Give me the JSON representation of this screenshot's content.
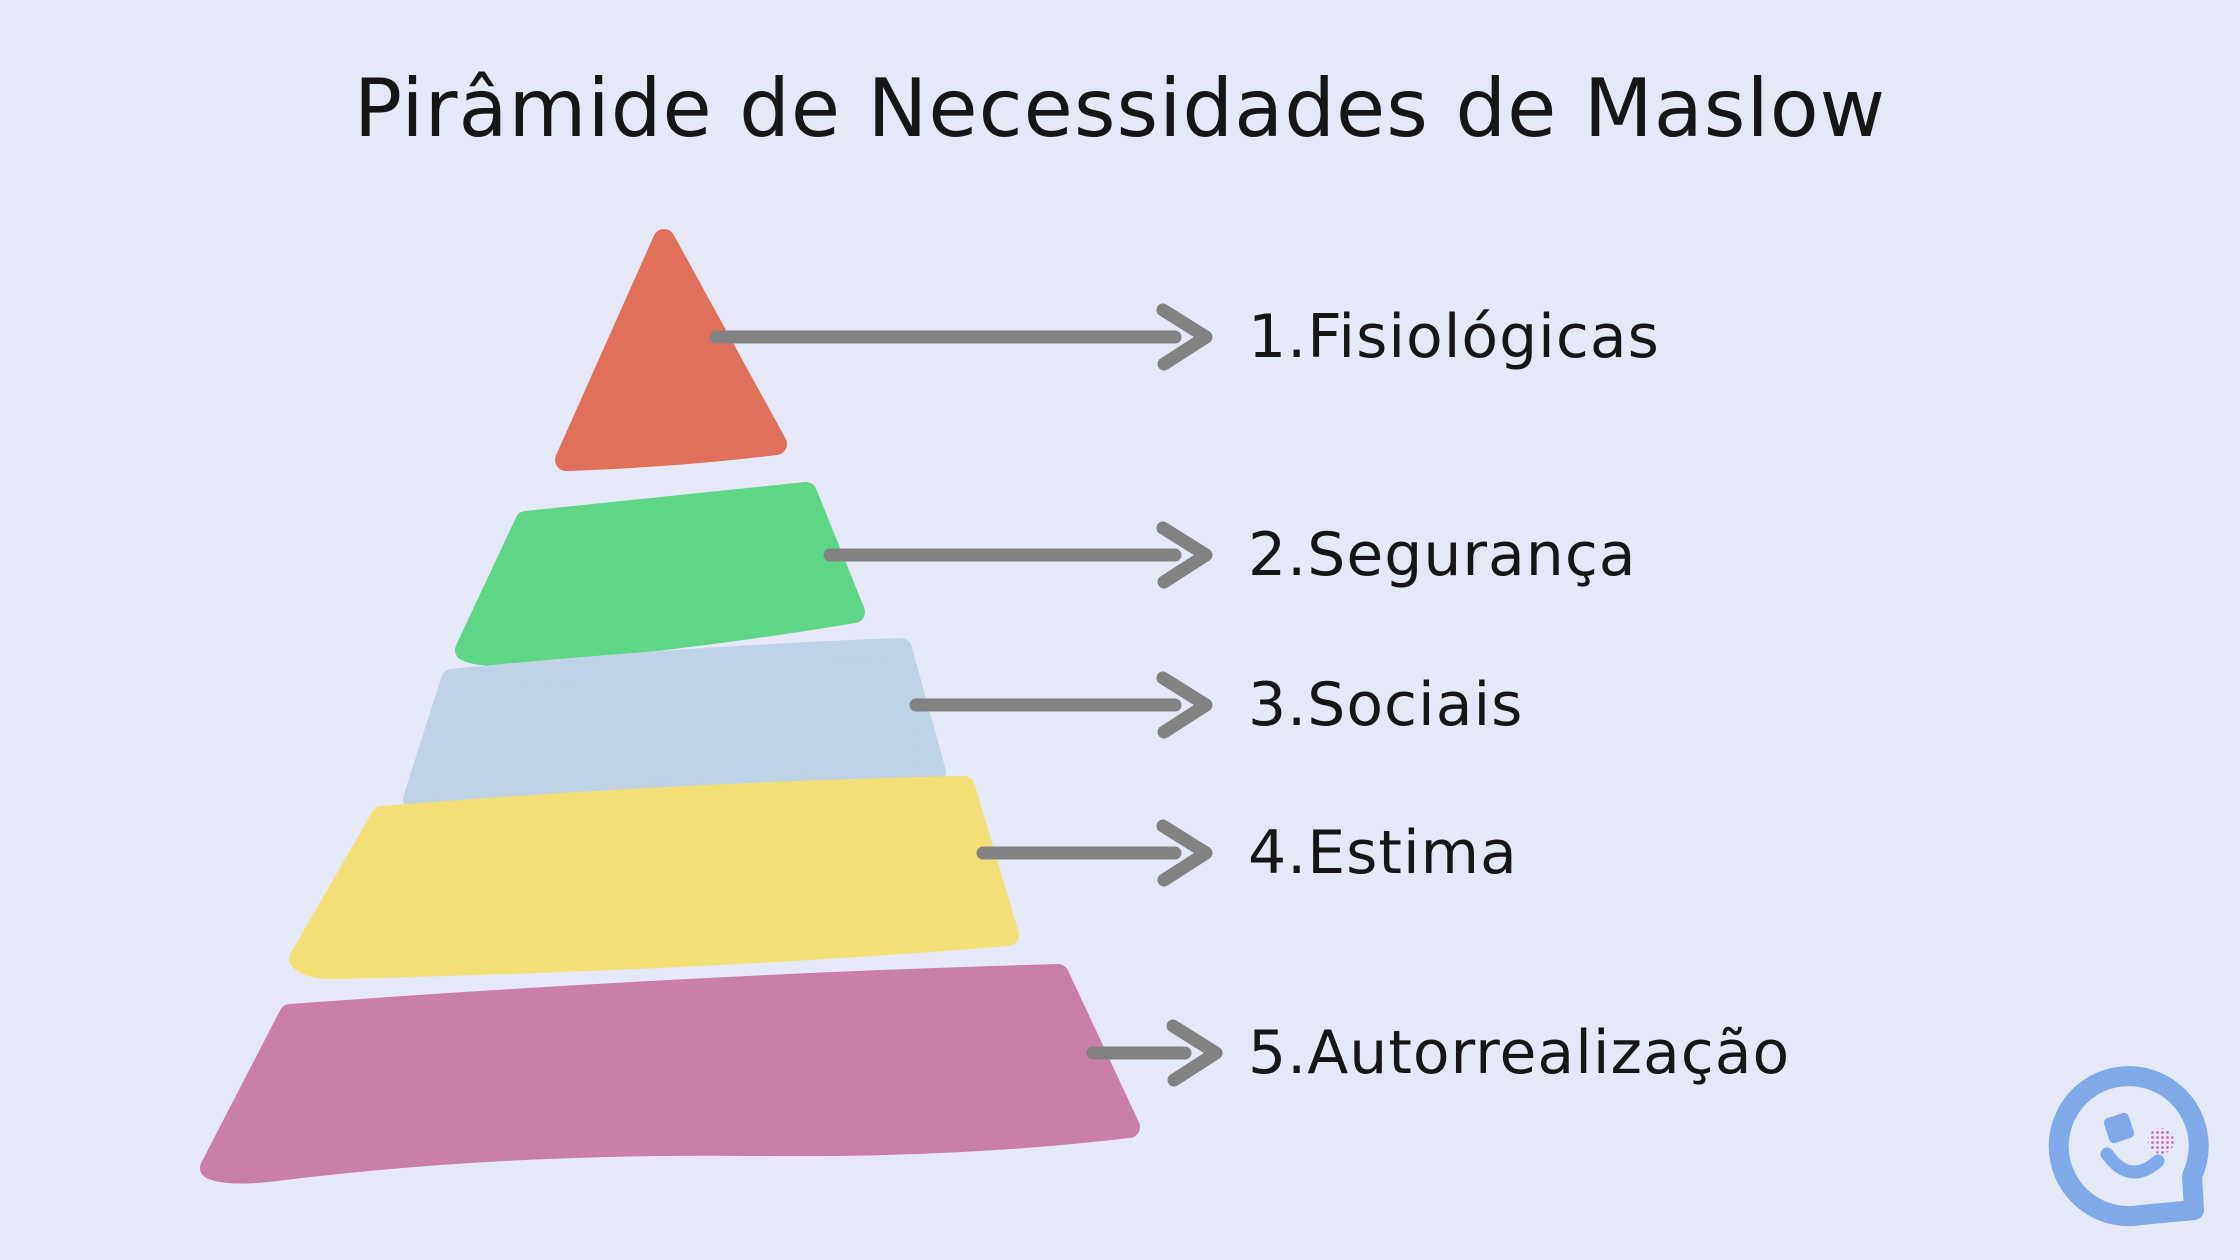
{
  "title": "Pirâmide de Necessidades de Maslow",
  "pyramid": {
    "levels": [
      {
        "number": "1",
        "label": "1.Fisiológicas",
        "color": "#e1705b"
      },
      {
        "number": "2",
        "label": "2.Segurança",
        "color": "#5fd687"
      },
      {
        "number": "3",
        "label": "3.Sociais",
        "color": "#bfd3e4"
      },
      {
        "number": "4",
        "label": "4.Estima",
        "color": "#f2e077"
      },
      {
        "number": "5",
        "label": "5.Autorrealização",
        "color": "#c97fa6"
      }
    ]
  },
  "colors": {
    "background": "#e5e8f7",
    "arrow": "#828282",
    "text": "#161616",
    "logo_blue": "#7fa9e8",
    "logo_blush": "#cf6ea2"
  },
  "icons": {
    "logo": "smiley-chat-bubble-logo",
    "arrowhead": "right-arrow-icon"
  }
}
